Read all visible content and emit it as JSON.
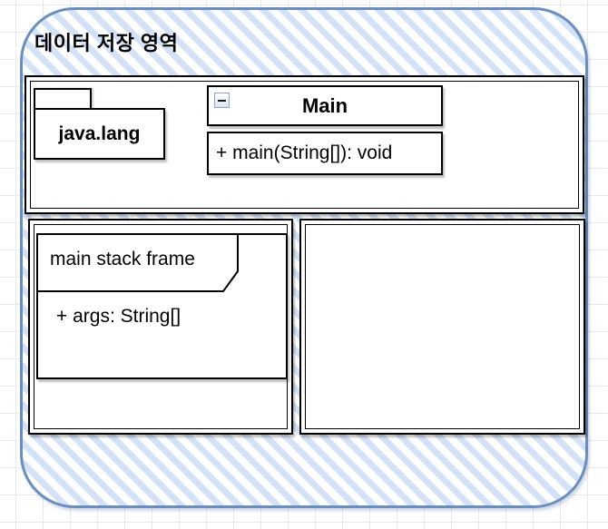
{
  "diagram": {
    "region": {
      "title": "데이터 저장 영역"
    },
    "package": {
      "label": "java.lang"
    },
    "class": {
      "name": "Main",
      "method": "+ main(String[]): void",
      "collapse_icon": "minus-icon"
    },
    "stack_frame": {
      "label": "main stack frame",
      "field": "+ args: String[]"
    },
    "colors": {
      "container_border": "#6c8ebf",
      "container_stripe": "#d3e2f7",
      "shape_border": "#000000",
      "shape_fill": "#ffffff",
      "grid_line": "#e9e9e9"
    }
  }
}
